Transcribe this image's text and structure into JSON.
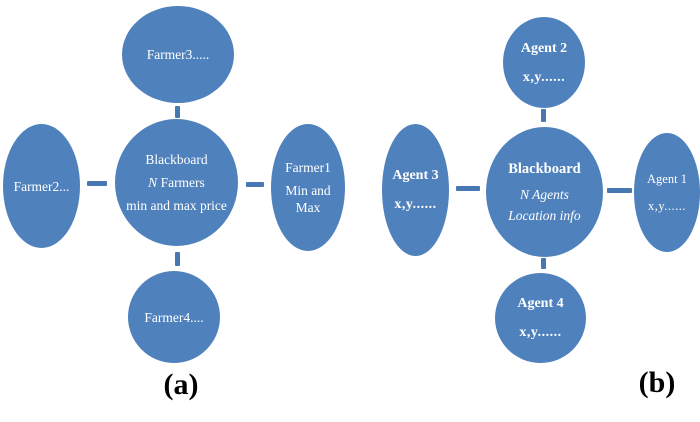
{
  "colors": {
    "ellipse": "#4f81bd",
    "connector": "#4878b4",
    "node_text": "#ffffff",
    "label_text": "#000000"
  },
  "diagram_a": {
    "caption": "(a)",
    "center": {
      "title": "Blackboard",
      "n_italic": "N",
      "n_rest": " Farmers",
      "detail": "min and max price"
    },
    "top": {
      "label": "Farmer3....."
    },
    "left": {
      "label": "Farmer2..."
    },
    "right": {
      "title": "Farmer1",
      "detail": "Min and Max"
    },
    "bottom": {
      "label": "Farmer4...."
    }
  },
  "diagram_b": {
    "caption": "(b)",
    "center": {
      "title": "Blackboard",
      "line2": "N Agents",
      "line3": "Location info"
    },
    "top": {
      "name": "Agent 2",
      "value": "x,y......"
    },
    "left": {
      "name": "Agent 3",
      "value": "x,y......"
    },
    "right": {
      "name": "Agent 1",
      "value": "x,y......"
    },
    "bottom": {
      "name": "Agent 4",
      "value": "x,y......"
    }
  }
}
